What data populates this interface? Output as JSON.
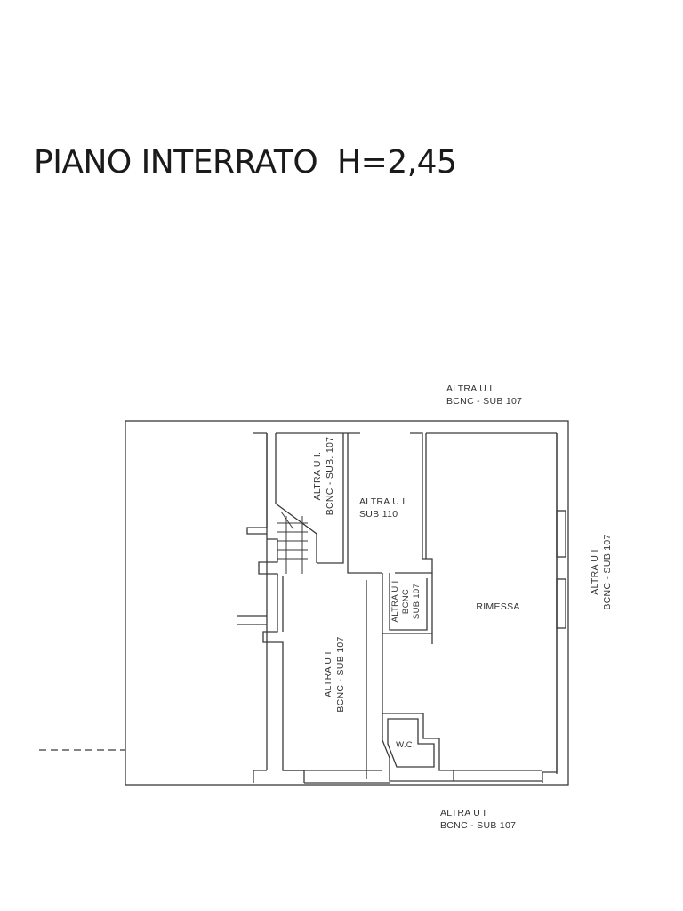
{
  "title": "PIANO INTERRATO  H=2,45",
  "labels": {
    "top_neighbor": {
      "line1": "ALTRA U.I.",
      "line2": "BCNC - SUB  107"
    },
    "right_neighbor": {
      "line1": "ALTRA U I",
      "line2": "BCNC - SUB  107"
    },
    "bottom_neighbor": {
      "line1": "ALTRA U I",
      "line2": "BCNC - SUB  107"
    },
    "stair_room": {
      "line1": "ALTRA U I.",
      "line2": "BCNC - SUB. 107"
    },
    "sub110": {
      "line1": "ALTRA U I",
      "line2": "SUB  110"
    },
    "small_room": {
      "line1": "ALTRA U I",
      "line2": "BCNC",
      "line3": "SUB  107"
    },
    "corridor": {
      "line1": "ALTRA U I",
      "line2": "BCNC - SUB  107"
    },
    "rimessa": "RIMESSA",
    "wc": "W.C."
  },
  "colors": {
    "wall": "#3a3a3a",
    "text": "#333333",
    "background": "#ffffff"
  }
}
